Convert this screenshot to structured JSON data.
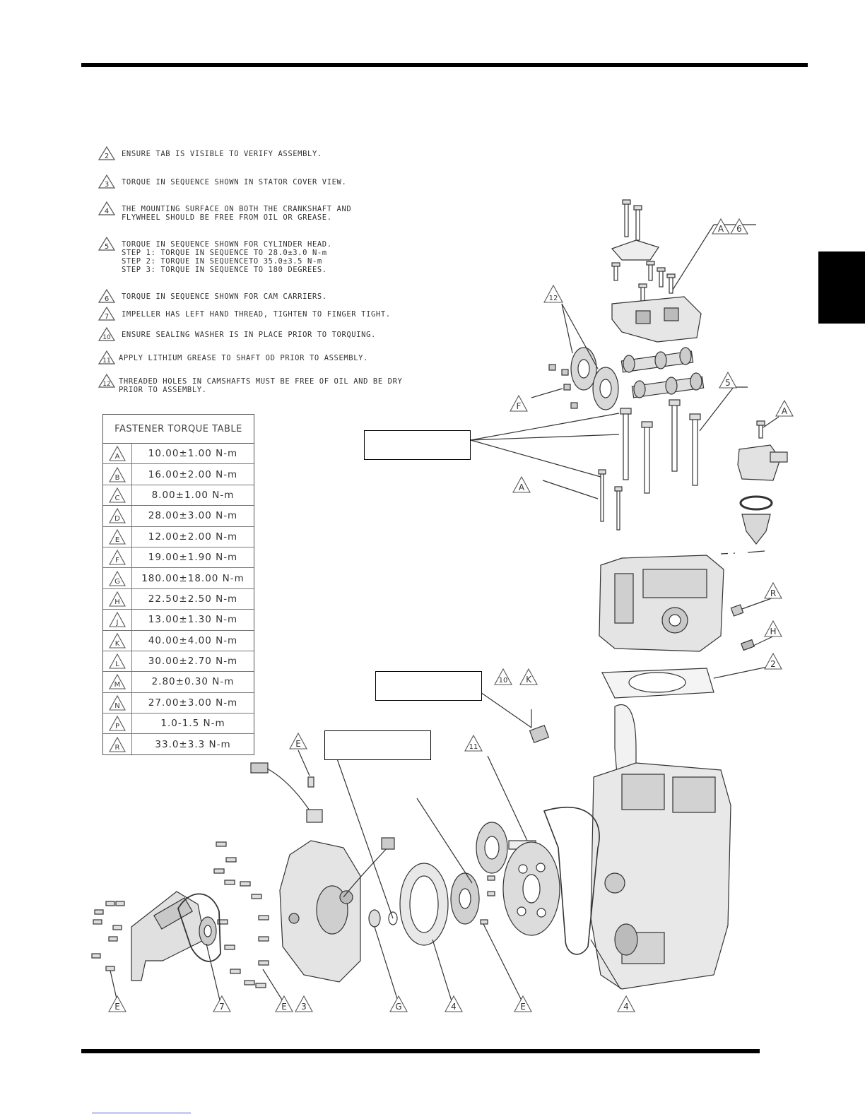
{
  "notes": [
    {
      "num": "2",
      "text": "ENSURE TAB IS VISIBLE TO VERIFY ASSEMBLY."
    },
    {
      "num": "3",
      "text": "TORQUE IN SEQUENCE SHOWN IN STATOR COVER VIEW."
    },
    {
      "num": "4",
      "text": "THE MOUNTING SURFACE ON BOTH THE CRANKSHAFT AND\nFLYWHEEL SHOULD BE FREE FROM OIL OR GREASE."
    },
    {
      "num": "5",
      "text": "TORQUE IN SEQUENCE SHOWN FOR CYLINDER HEAD.\nSTEP 1: TORQUE IN SEQUENCE TO 28.0±3.0 N-m\nSTEP 2: TORQUE IN SEQUENCETO 35.0±3.5 N-m\nSTEP 3: TORQUE IN SEQUENCE TO 180 DEGREES."
    },
    {
      "num": "6",
      "text": "TORQUE IN SEQUENCE SHOWN FOR CAM CARRIERS."
    },
    {
      "num": "7",
      "text": "IMPELLER HAS LEFT HAND THREAD, TIGHTEN TO FINGER TIGHT."
    },
    {
      "num": "10",
      "text": "ENSURE SEALING WASHER IS IN PLACE PRIOR TO TORQUING."
    },
    {
      "num": "11",
      "text": "APPLY LITHIUM GREASE TO SHAFT OD PRIOR TO ASSEMBLY."
    },
    {
      "num": "12",
      "text": "THREADED HOLES IN CAMSHAFTS MUST BE FREE OF OIL AND BE DRY\nPRIOR TO ASSEMBLY."
    }
  ],
  "torque_table": {
    "title": "FASTENER TORQUE TABLE",
    "rows": [
      {
        "key": "A",
        "value": "10.00±1.00 N-m"
      },
      {
        "key": "B",
        "value": "16.00±2.00 N-m"
      },
      {
        "key": "C",
        "value": "8.00±1.00 N-m"
      },
      {
        "key": "D",
        "value": "28.00±3.00 N-m"
      },
      {
        "key": "E",
        "value": "12.00±2.00 N-m"
      },
      {
        "key": "F",
        "value": "19.00±1.90 N-m"
      },
      {
        "key": "G",
        "value": "180.00±18.00 N-m"
      },
      {
        "key": "H",
        "value": "22.50±2.50 N-m"
      },
      {
        "key": "J",
        "value": "13.00±1.30 N-m"
      },
      {
        "key": "K",
        "value": "40.00±4.00 N-m"
      },
      {
        "key": "L",
        "value": "30.00±2.70 N-m"
      },
      {
        "key": "M",
        "value": "2.80±0.30 N-m"
      },
      {
        "key": "N",
        "value": "27.00±3.00 N-m"
      },
      {
        "key": "P",
        "value": "1.0-1.5 N-m"
      },
      {
        "key": "R",
        "value": "33.0±3.3 N-m"
      }
    ]
  },
  "callouts": {
    "a6_a": "A",
    "a6_6": "6",
    "c12": "12",
    "c5": "5",
    "cA_right": "A",
    "cF": "F",
    "cA_left": "A",
    "cR": "R",
    "cH": "H",
    "c2": "2",
    "c10": "10",
    "cK": "K",
    "c11": "11",
    "cE_top": "E",
    "cE_bl": "E",
    "c7": "7",
    "cE3_E": "E",
    "cE3_3": "3",
    "cG": "G",
    "c4a": "4",
    "cE_br": "E",
    "c4b": "4"
  }
}
